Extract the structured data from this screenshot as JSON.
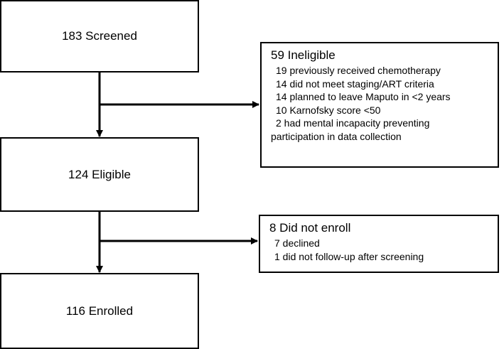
{
  "flow": {
    "screened": {
      "label": "183 Screened"
    },
    "eligible": {
      "label": "124 Eligible"
    },
    "enrolled": {
      "label": "116 Enrolled"
    },
    "ineligible": {
      "title": "59 Ineligible",
      "items": [
        "19 previously received chemotherapy",
        "14 did not meet staging/ART criteria",
        "14 planned to leave Maputo in <2 years",
        "10 Karnofsky score <50",
        "2 had mental incapacity preventing",
        "participation in data collection"
      ]
    },
    "not_enrolled": {
      "title": "8 Did not enroll",
      "items": [
        "7 declined",
        "1 did not follow-up after screening"
      ]
    }
  }
}
